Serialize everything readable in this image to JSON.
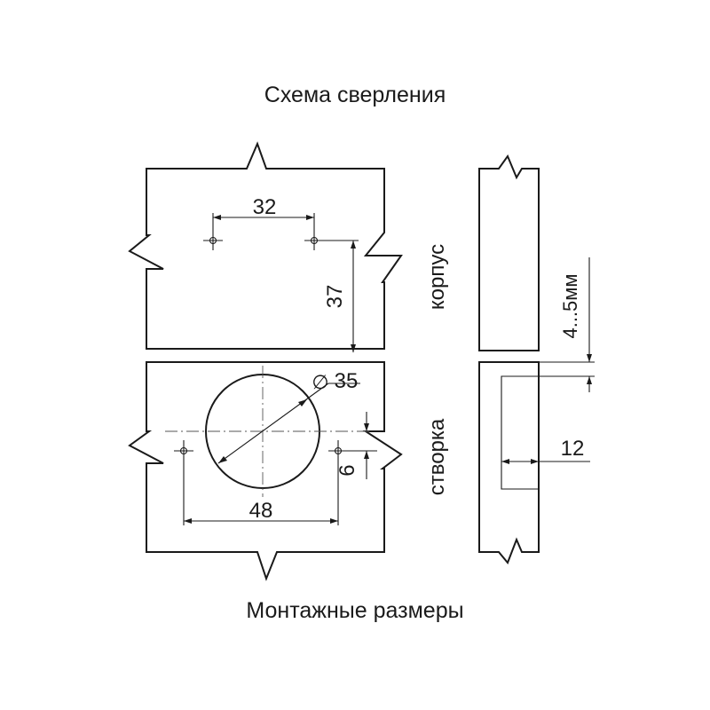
{
  "title": "Схема сверления",
  "bottom_caption": "Монтажные размеры",
  "dimensions": {
    "hole_spacing_top": "32",
    "hole_offset_vertical": "37",
    "cup_diameter_symbol": "∅",
    "cup_diameter": "35",
    "hole_spacing_bottom": "48",
    "hole_offset_bottom": "6",
    "gap": "4...5мм",
    "cup_depth": "12"
  },
  "labels": {
    "cabinet": "корпус",
    "door": "створка"
  }
}
